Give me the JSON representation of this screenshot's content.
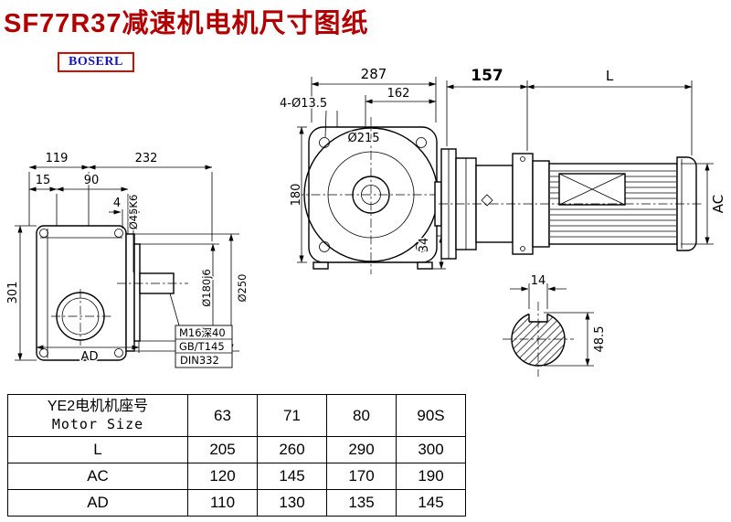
{
  "page": {
    "title": "SF77R37减速机电机尺寸图纸",
    "brand": "BOSERL"
  },
  "front_view": {
    "dim_287": "287",
    "dim_162": "162",
    "dim_bolt": "4-Ø13.5",
    "dim_d215": "Ø215",
    "dim_180": "180",
    "dim_34": "34"
  },
  "side_view": {
    "dim_157": "157",
    "dim_L": "L",
    "dim_AC": "AC"
  },
  "left_view": {
    "dim_119": "119",
    "dim_232": "232",
    "dim_15": "15",
    "dim_90": "90",
    "dim_4": "4",
    "dim_301": "301",
    "dim_AD": "AD",
    "dim_d45": "Ø45K6",
    "dim_d180": "Ø180j6",
    "dim_d250": "Ø250",
    "note_line1": "M16深40",
    "note_line2": "GB/T145",
    "note_line3": "DIN332"
  },
  "shaft_section": {
    "dim_14": "14",
    "dim_485": "48.5"
  },
  "table": {
    "header": {
      "label_cn": "YE2电机机座号",
      "label_en": "Motor Size",
      "sizes": [
        "63",
        "71",
        "80",
        "90S"
      ]
    },
    "rows": [
      {
        "label": "L",
        "values": [
          "205",
          "260",
          "290",
          "300"
        ]
      },
      {
        "label": "AC",
        "values": [
          "120",
          "145",
          "170",
          "190"
        ]
      },
      {
        "label": "AD",
        "values": [
          "110",
          "130",
          "135",
          "145"
        ]
      }
    ]
  },
  "colors": {
    "title": "#b20000",
    "brand_text": "#1515c0",
    "brand_border": "#cc1100",
    "line": "#000000"
  }
}
